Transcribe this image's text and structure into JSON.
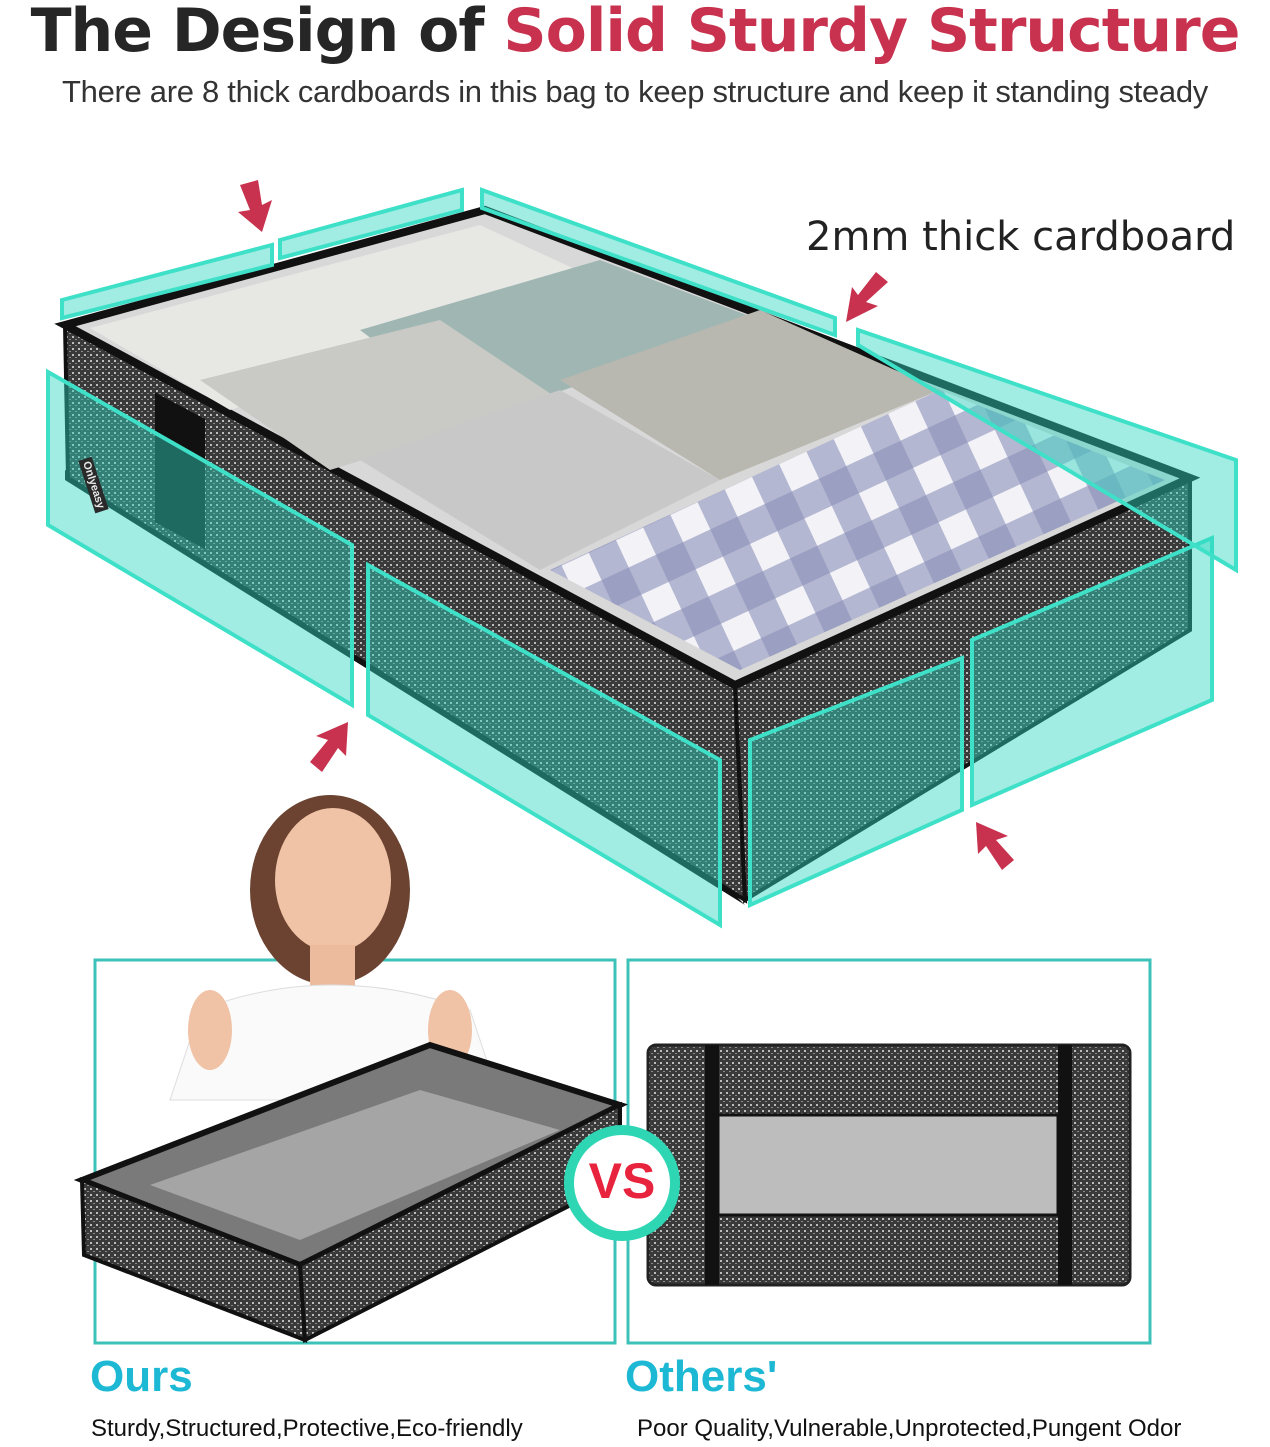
{
  "header": {
    "title_prefix": "The Design of ",
    "title_accent": "Solid Sturdy Structure",
    "subtitle": "There are 8 thick cardboards in this bag to keep structure and keep it standing steady"
  },
  "illustration": {
    "callout": "2mm thick cardboard",
    "cardboard_count": 8,
    "brand_tag": "Onlyeasy"
  },
  "comparison": {
    "vs_label": "VS",
    "ours": {
      "title": "Ours",
      "caption": "Sturdy,Structured,Protective,Eco-friendly"
    },
    "others": {
      "title": "Others'",
      "caption": "Poor Quality,Vulnerable,Unprotected,Pungent Odor"
    }
  },
  "colors": {
    "accent_red": "#c8324f",
    "teal": "#1cb8d4",
    "panel_teal": "#2fd6c0",
    "text_dark": "#262626"
  }
}
